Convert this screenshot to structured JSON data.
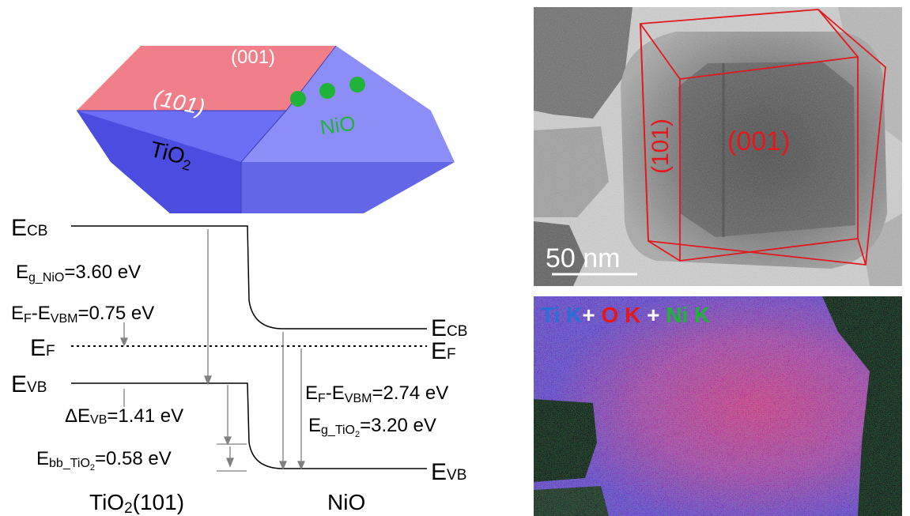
{
  "crystal": {
    "top_face": "(001)",
    "side_face": "(101)",
    "material": "TiO",
    "material_sub": "2",
    "cocatalyst": "NiO",
    "colors": {
      "top": "#f07f8a",
      "left_upper": "#6c6ef5",
      "right_upper": "#8c8df7",
      "left_lower": "#4b4de0",
      "right_lower": "#6466e8",
      "dots": "#1fb33a"
    }
  },
  "band": {
    "left": {
      "ecb_main": "E",
      "ecb_sub": "CB",
      "ef_main": "E",
      "ef_sub": "F",
      "evb_main": "E",
      "evb_sub": "VB",
      "material": "TiO",
      "material_sub": "2",
      "material_suffix": "(101)"
    },
    "right": {
      "ecb_main": "E",
      "ecb_sub": "CB",
      "ef_main": "E",
      "ef_sub": "F",
      "evb_main": "E",
      "evb_sub": "VB",
      "material": "NiO"
    },
    "annotations": {
      "eg_nio": {
        "main": "E",
        "sub": "g_NiO",
        "value": "=3.60 eV"
      },
      "ef_evbm_left": {
        "m1": "E",
        "s1": "F",
        "dash": "-E",
        "s2": "VBM",
        "value": "=0.75 eV"
      },
      "delta_evb": {
        "main": "ΔE",
        "sub": "VB",
        "value": "=1.41 eV"
      },
      "ebb": {
        "main": "E",
        "sub": "bb_TiO",
        "sub2": "2",
        "value": "=0.58 eV"
      },
      "ef_evbm_right": {
        "m1": "E",
        "s1": "F",
        "dash": "-E",
        "s2": "VBM",
        "value": "=2.74 eV"
      },
      "eg_tio2": {
        "main": "E",
        "sub": "g_TiO",
        "sub2": "2",
        "value": "=3.20 eV"
      }
    }
  },
  "tem": {
    "face_side": "(101)",
    "face_top": "(001)",
    "scale_bar": "50 nm",
    "box_color": "#e3181c"
  },
  "eds": {
    "legend": [
      {
        "text": "Ti K",
        "color": "#2b6fd6"
      },
      {
        "text": "+ ",
        "color": "#ffffff"
      },
      {
        "text": "O K",
        "color": "#e3181c"
      },
      {
        "text": " + ",
        "color": "#ffffff"
      },
      {
        "text": "Ni K",
        "color": "#1fb33a"
      }
    ]
  }
}
